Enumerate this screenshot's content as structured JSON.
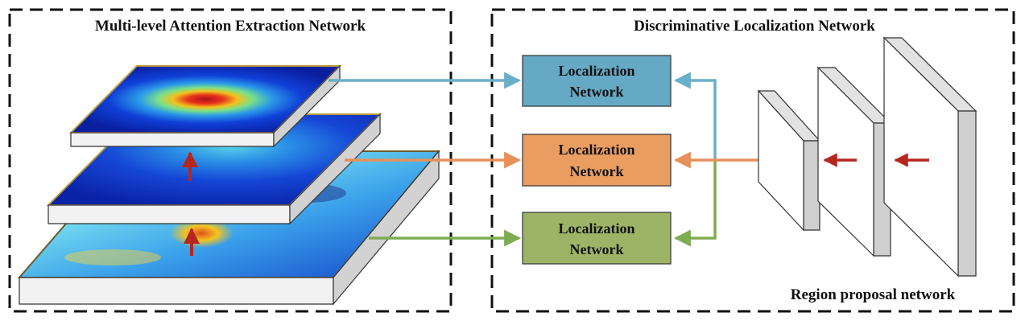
{
  "left_panel": {
    "title": "Multi-level Attention Extraction Network"
  },
  "right_panel": {
    "title": "Discriminative Localization Network",
    "rpn_label": "Region proposal network"
  },
  "boxes": [
    {
      "line1": "Localization",
      "line2": "Network",
      "fill": "#65a9c4",
      "arrow_color": "#6aafc8"
    },
    {
      "line1": "Localization",
      "line2": "Network",
      "fill": "#e99d61",
      "arrow_color": "#e8905a"
    },
    {
      "line1": "Localization",
      "line2": "Network",
      "fill": "#9db466",
      "arrow_color": "#7fac52"
    }
  ],
  "colors": {
    "up_arrow": "#b5261e",
    "heatmap_low": "#0a2fa8",
    "heatmap_high": "#c8121e"
  }
}
